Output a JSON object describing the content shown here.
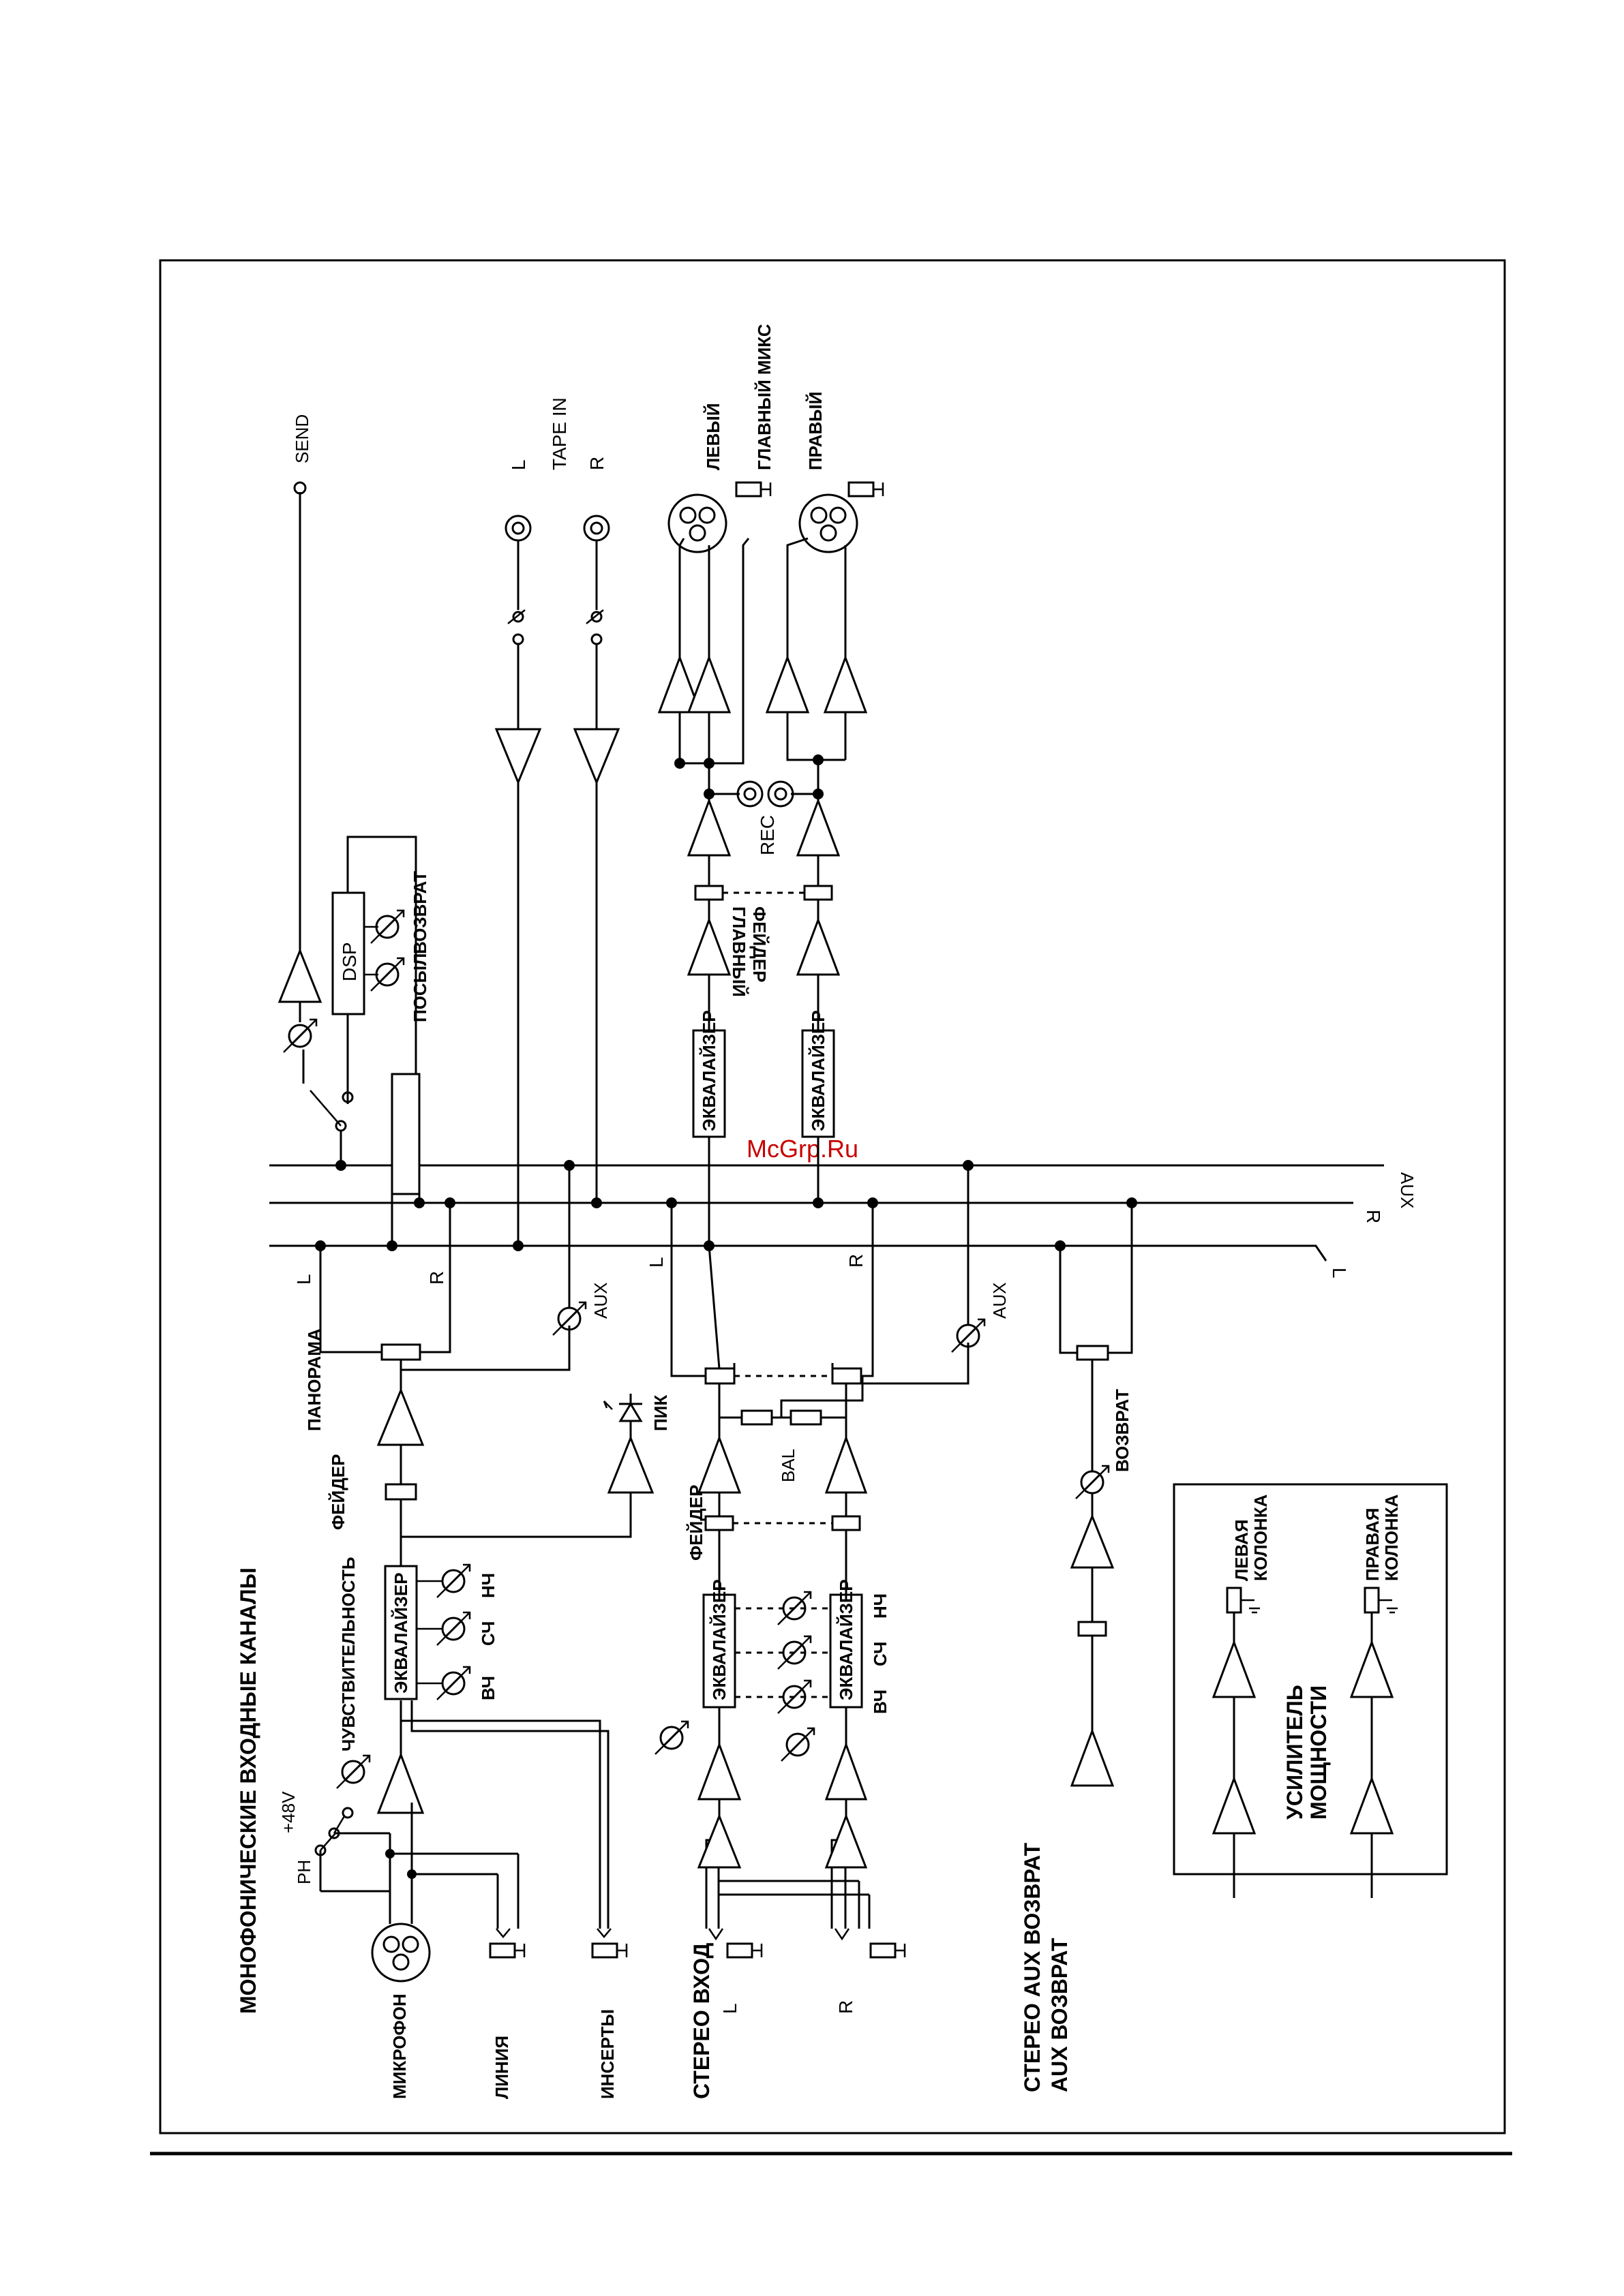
{
  "diagram": {
    "title": "МОНОФОНИЧЕСКИЕ ВХОДНЫЕ КАНАЛЫ",
    "stereo_aux_return": "СТЕРЕО AUX ВОЗВРАТ",
    "aux_return": "AUX ВОЗВРАТ",
    "watermark": "McGrp.Ru",
    "inputs": {
      "microphone": "МИКРОФОН",
      "line": "ЛИНИЯ",
      "inserts": "ИНСЕРТЫ",
      "stereo_input": "СТЕРЕО ВХОД",
      "l": "L",
      "r": "R"
    },
    "mono_channel": {
      "ph": "PH",
      "phantom": "+48V",
      "gain": "ЧУВСТВИТЕЛЬНОСТЬ",
      "equalizer": "ЭКВАЛАЙЗЕР",
      "hf": "ВЧ",
      "mf": "СЧ",
      "lf": "НЧ",
      "fader": "ФЕЙДЕР",
      "pan": "ПАНОРАМА",
      "peak": "ПИК",
      "aux": "AUX",
      "l": "L",
      "r": "R"
    },
    "stereo_channel": {
      "equalizer": "ЭКВАЛАЙЗЕР",
      "hf": "ВЧ",
      "mf": "СЧ",
      "lf": "НЧ",
      "fader": "ФЕЙДЕР",
      "bal": "BAL",
      "aux": "AUX",
      "l": "L",
      "r": "R"
    },
    "buses": {
      "aux": "AUX",
      "r": "R",
      "l": "L"
    },
    "effects": {
      "dsp": "DSP",
      "send_label": "ПОСЫЛ",
      "return_label": "ВОЗВРАТ",
      "send": "SEND"
    },
    "tape_in": {
      "title": "TAPE IN",
      "l": "L",
      "r": "R"
    },
    "master": {
      "equalizer": "ЭКВАЛАЙЗЕР",
      "fader_line1": "ФЕЙДЕР",
      "fader_line2": "ГЛАВНЫЙ",
      "rec": "REC",
      "left": "ЛЕВЫЙ",
      "main_mix": "ГЛАВНЫЙ МИКС",
      "right": "ПРАВЫЙ"
    },
    "aux_return_section": {
      "return": "ВОЗВРАТ"
    },
    "power_amp": {
      "title_line1": "УСИЛИТЕЛЬ",
      "title_line2": "МОЩНОСТИ",
      "left_line1": "ЛЕВАЯ",
      "left_line2": "КОЛОНКА",
      "right_line1": "ПРАВАЯ",
      "right_line2": "КОЛОНКА"
    }
  }
}
